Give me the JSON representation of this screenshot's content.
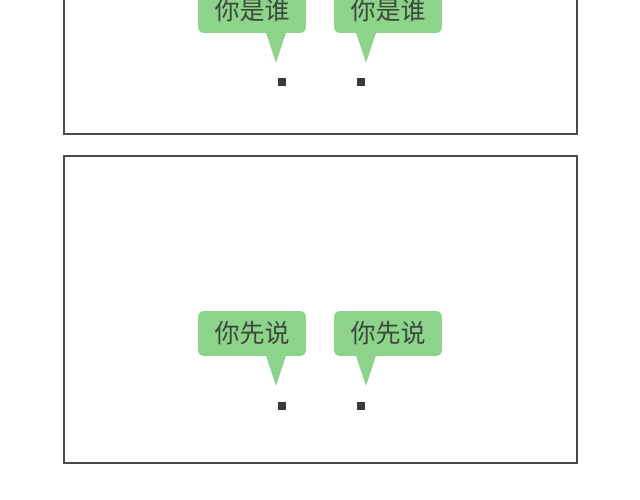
{
  "panels": [
    {
      "bubbles": [
        {
          "text": "你是谁"
        },
        {
          "text": "你是谁"
        }
      ]
    },
    {
      "bubbles": [
        {
          "text": "你先说"
        },
        {
          "text": "你先说"
        }
      ]
    }
  ],
  "colors": {
    "bubble": "#8ed38c",
    "border": "#4a4a4a"
  }
}
